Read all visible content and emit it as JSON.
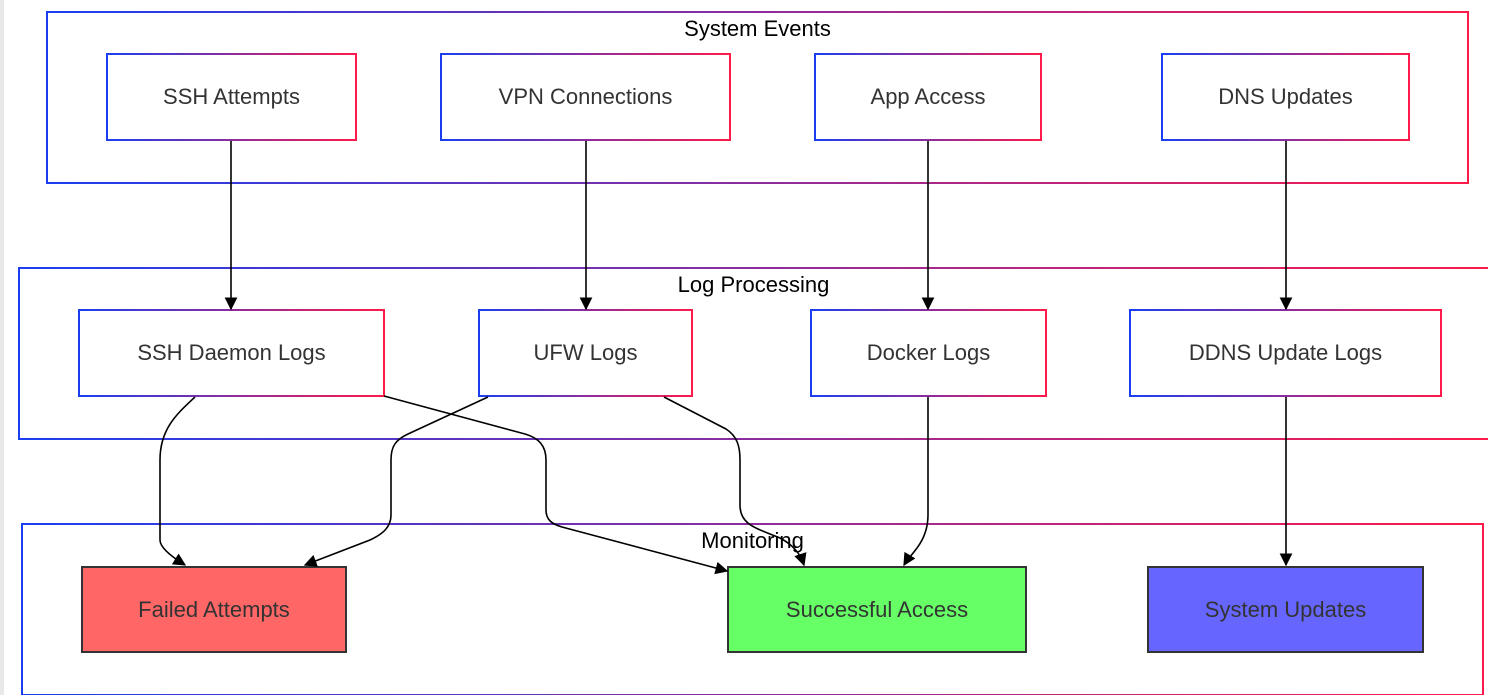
{
  "groups": {
    "system_events": {
      "title": "System Events"
    },
    "log_processing": {
      "title": "Log Processing"
    },
    "monitoring": {
      "title": "Monitoring"
    }
  },
  "nodes": {
    "ssh_attempts": "SSH Attempts",
    "vpn_connections": "VPN Connections",
    "app_access": "App Access",
    "dns_updates": "DNS Updates",
    "ssh_daemon_logs": "SSH Daemon Logs",
    "ufw_logs": "UFW Logs",
    "docker_logs": "Docker Logs",
    "ddns_update_logs": "DDNS Update Logs",
    "failed_attempts": "Failed Attempts",
    "successful_access": "Successful Access",
    "system_updates": "System Updates"
  },
  "colors": {
    "gradient_start": "#1a3ff0",
    "gradient_end": "#ff1a4a",
    "failed_fill": "#ff6666",
    "success_fill": "#66ff66",
    "updates_fill": "#6666ff",
    "edge": "#000000"
  }
}
